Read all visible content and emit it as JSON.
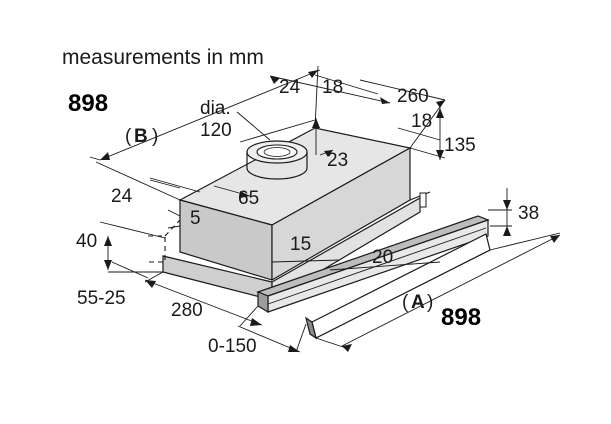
{
  "title": "measurements in mm",
  "widths": {
    "left_label": "898",
    "right_label": "898"
  },
  "labels": {
    "b_open": "(",
    "b_letter": "B",
    "b_close": ")",
    "a_open": "(",
    "a_letter": "A",
    "a_close": ")",
    "dia": "dia.",
    "d120": "120",
    "d24_top": "24",
    "d18_top": "18",
    "d260": "260",
    "d18_right": "18",
    "d135": "135",
    "d23": "23",
    "d65": "65",
    "d24_left": "24",
    "d5": "5",
    "d40": "40",
    "d15": "15",
    "d20": "20",
    "d38": "38",
    "d55_25": "55-25",
    "d280": "280",
    "d0_150": "0-150"
  }
}
